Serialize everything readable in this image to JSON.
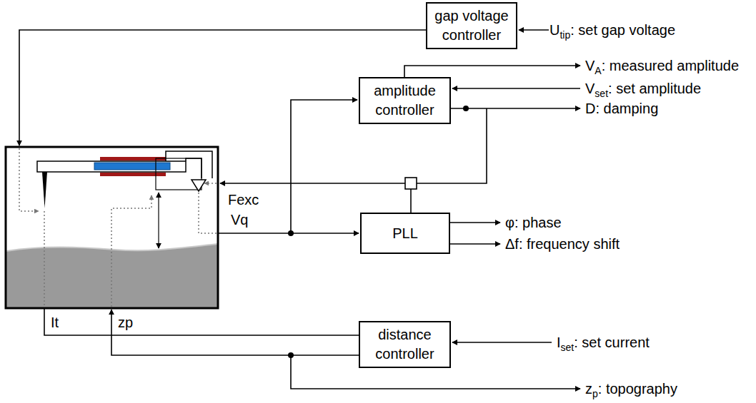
{
  "diagram": {
    "nodes": [
      {
        "text": [
          "gap voltage controller"
        ]
      },
      {
        "text": [
          "amplitude controller"
        ]
      },
      {
        "text": [
          "PLL"
        ]
      },
      {
        "text": [
          "distance controller"
        ]
      }
    ],
    "labels": [
      "Utip: set gap voltage",
      "VA: measured amplitude",
      "Vset: set amplitude",
      "D: damping",
      "Fexc",
      "Vq",
      "φ: phase",
      "Δf: frequency shift",
      "It",
      "zp",
      "Iset: set current",
      "zp: topography"
    ]
  }
}
